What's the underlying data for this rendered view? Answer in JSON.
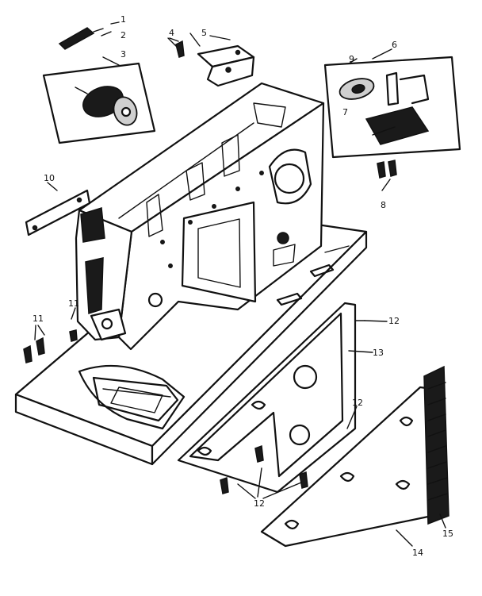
{
  "diagram": {
    "callouts": [
      {
        "id": "c1",
        "text": "1"
      },
      {
        "id": "c2",
        "text": "2"
      },
      {
        "id": "c3",
        "text": "3"
      },
      {
        "id": "c4",
        "text": "4"
      },
      {
        "id": "c5",
        "text": "5"
      },
      {
        "id": "c6",
        "text": "6"
      },
      {
        "id": "c7",
        "text": "7"
      },
      {
        "id": "c8",
        "text": "8"
      },
      {
        "id": "c9",
        "text": "9"
      },
      {
        "id": "c10",
        "text": "10"
      },
      {
        "id": "c11",
        "text": "11"
      },
      {
        "id": "c12a",
        "text": "12"
      },
      {
        "id": "c12b",
        "text": "12"
      },
      {
        "id": "c12c",
        "text": "12"
      },
      {
        "id": "c13",
        "text": "13"
      },
      {
        "id": "c14",
        "text": "14"
      },
      {
        "id": "c15",
        "text": "15"
      }
    ]
  }
}
